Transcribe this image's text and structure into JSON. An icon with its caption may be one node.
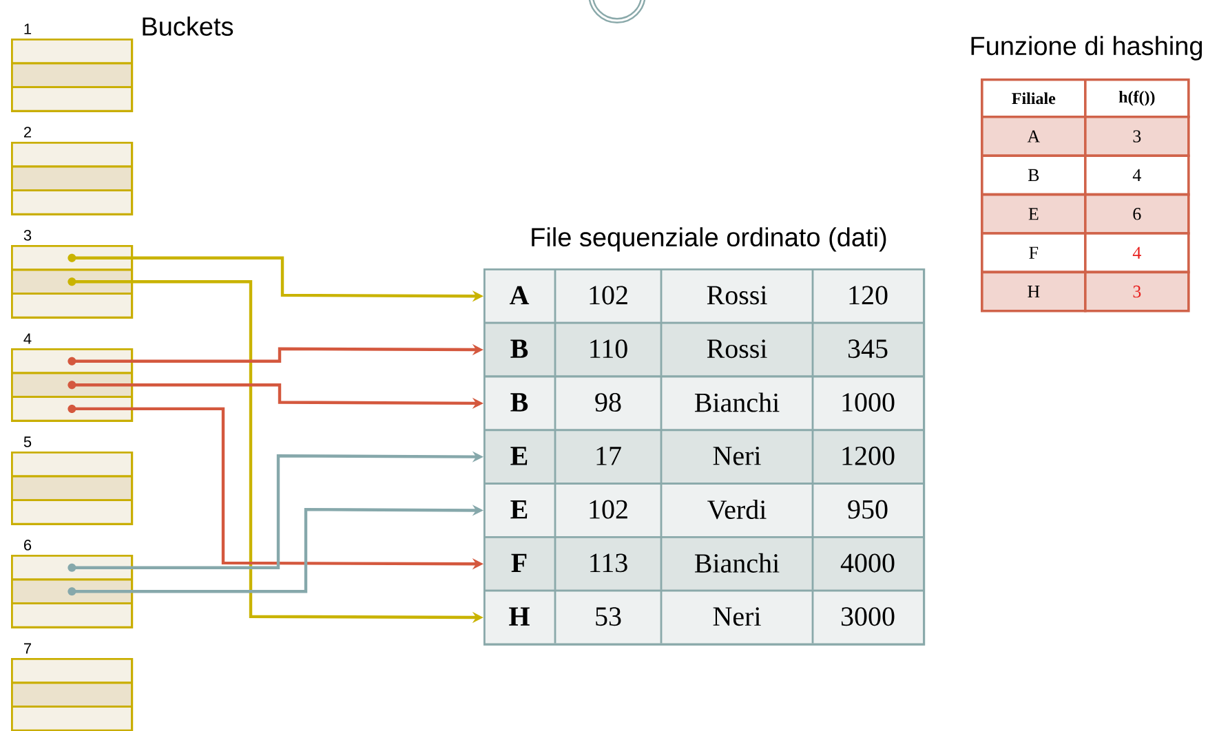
{
  "diagram": {
    "nodes": [
      {
        "text": [
          "1"
        ]
      },
      {
        "text": [],
        "shape": "box",
        "in": 0
      },
      {
        "text": [],
        "shape": "box",
        "in": 0
      },
      {
        "text": [],
        "shape": "box",
        "in": 0
      },
      {
        "text": [
          "2"
        ]
      },
      {
        "text": [],
        "shape": "box",
        "in": 4
      },
      {
        "text": [],
        "shape": "box",
        "in": 4
      },
      {
        "text": [],
        "shape": "box",
        "in": 4
      },
      {
        "text": [
          "3"
        ]
      },
      {
        "text": [],
        "shape": "box",
        "in": 8
      },
      {
        "text": [],
        "shape": "box",
        "in": 8
      },
      {
        "text": [],
        "shape": "box",
        "in": 8
      },
      {
        "text": [
          "4"
        ]
      },
      {
        "text": [],
        "shape": "box",
        "in": 12
      },
      {
        "text": [],
        "shape": "box",
        "in": 12
      },
      {
        "text": [],
        "shape": "box",
        "in": 12
      },
      {
        "text": [
          "5"
        ]
      },
      {
        "text": [],
        "shape": "box",
        "in": 16
      },
      {
        "text": [],
        "shape": "box",
        "in": 16
      },
      {
        "text": [],
        "shape": "box",
        "in": 16
      },
      {
        "text": [
          "6"
        ]
      },
      {
        "text": [],
        "shape": "box",
        "in": 20
      },
      {
        "text": [],
        "shape": "box",
        "in": 20
      },
      {
        "text": [],
        "shape": "box",
        "in": 20
      },
      {
        "text": [
          "7"
        ]
      },
      {
        "text": [],
        "shape": "box",
        "in": 24
      },
      {
        "text": [],
        "shape": "box",
        "in": 24
      },
      {
        "text": [],
        "shape": "box",
        "in": 24
      },
      {
        "text": [
          "File sequenziale ordinato (dati)"
        ]
      },
      {
        "text": [
          "A",
          "102",
          "Rossi",
          "120"
        ],
        "in": 28
      },
      {
        "text": [
          "B",
          "110",
          "Rossi",
          "345"
        ],
        "in": 28
      },
      {
        "text": [
          "B",
          "98",
          "Bianchi",
          "1000"
        ],
        "in": 28
      },
      {
        "text": [
          "E",
          "17",
          "Neri",
          "1200"
        ],
        "in": 28
      },
      {
        "text": [
          "E",
          "102",
          "Verdi",
          "950"
        ],
        "in": 28
      },
      {
        "text": [
          "F",
          "113",
          "Bianchi",
          "4000"
        ],
        "in": 28
      },
      {
        "text": [
          "H",
          "53",
          "Neri",
          "3000"
        ],
        "in": 28
      }
    ],
    "edges": [
      {
        "from": 9,
        "to": 29,
        "arrow": "to",
        "color": "#c9b300"
      },
      {
        "from": 10,
        "to": 35,
        "arrow": "to",
        "color": "#c9b300"
      },
      {
        "from": 13,
        "to": 30,
        "arrow": "to",
        "color": "#d4583e"
      },
      {
        "from": 14,
        "to": 31,
        "arrow": "to",
        "color": "#d4583e"
      },
      {
        "from": 15,
        "to": 34,
        "arrow": "to",
        "color": "#d4583e"
      },
      {
        "from": 21,
        "to": 32,
        "arrow": "to",
        "color": "#86a8ab"
      },
      {
        "from": 22,
        "to": 33,
        "arrow": "to",
        "color": "#86a8ab"
      }
    ],
    "labels": [
      "Buckets",
      "Funzione di hashing",
      "Filiale",
      "h(f())",
      "A",
      "3",
      "B",
      "4",
      "E",
      "6",
      "F",
      "4",
      "H",
      "3"
    ]
  }
}
